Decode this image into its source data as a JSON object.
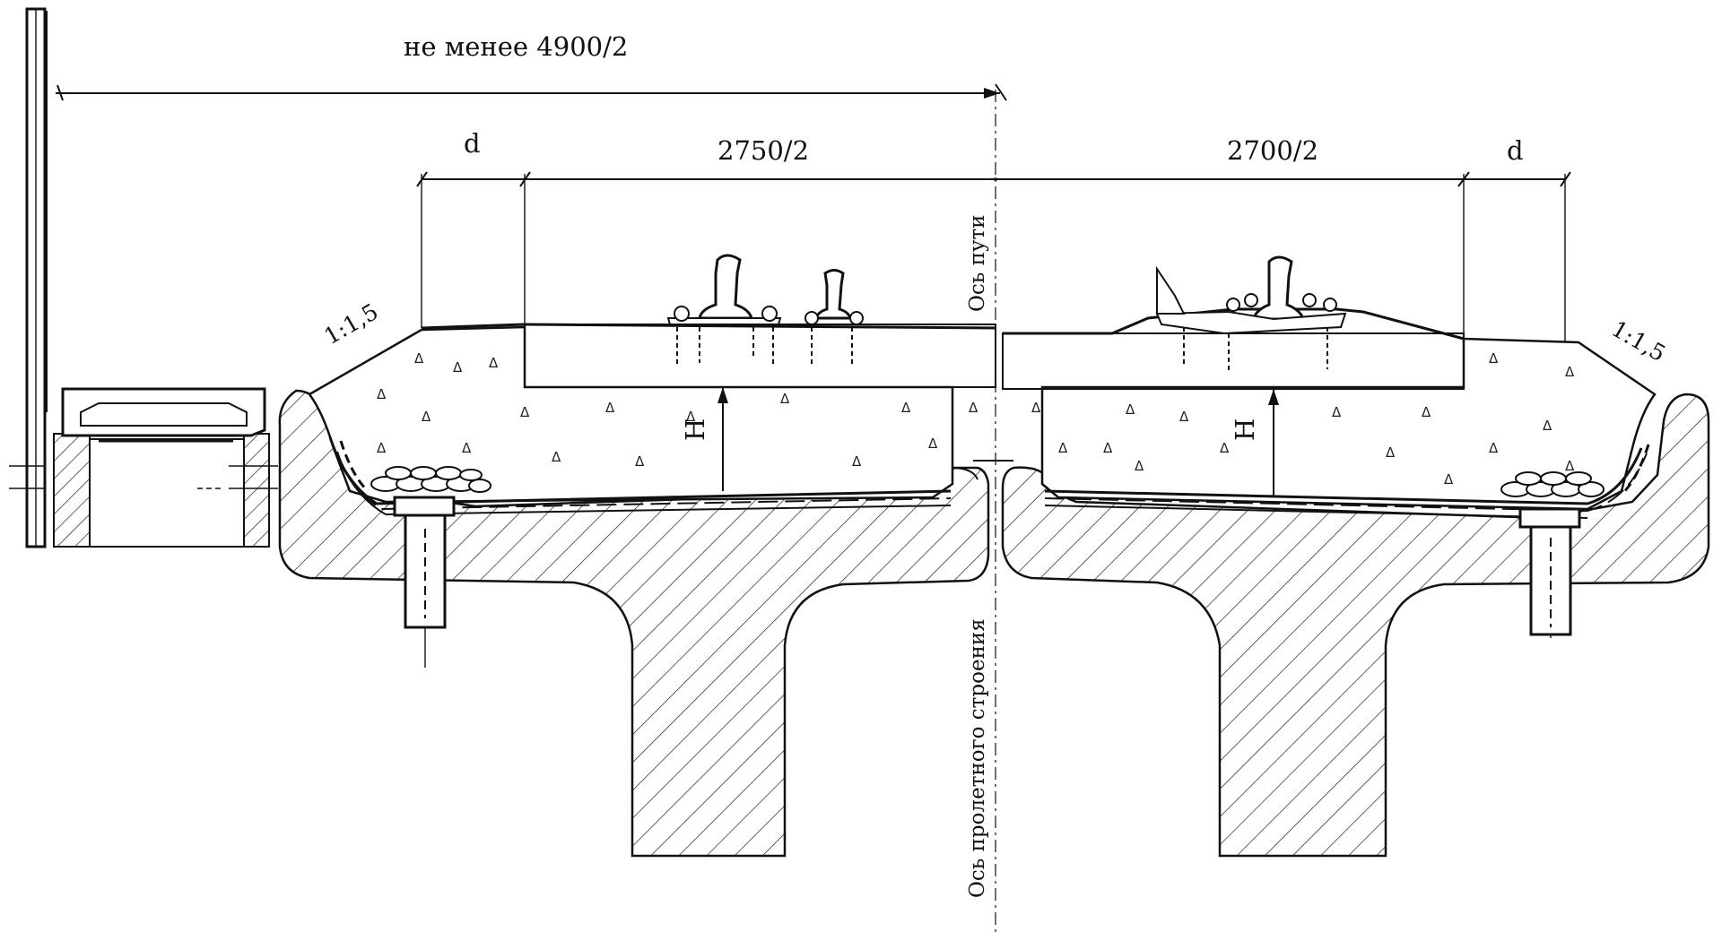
{
  "dimensions": {
    "overall": "не менее 4900/2",
    "left_offset": "d",
    "right_offset": "d",
    "left_width": "2750/2",
    "right_width": "2700/2",
    "left_height": "H",
    "right_height": "H"
  },
  "slopes": {
    "left": "1:1,5",
    "right": "1:1,5"
  },
  "axes": {
    "track_axis": "Ось пути",
    "span_axis": "Ось пролетного строения"
  }
}
